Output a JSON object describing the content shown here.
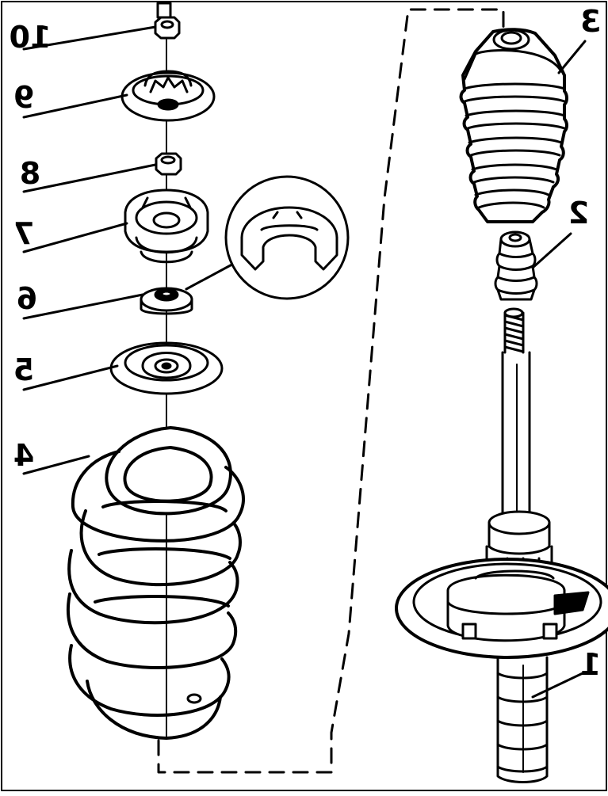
{
  "diagram": {
    "callouts": [
      {
        "id": "10",
        "label": "10"
      },
      {
        "id": "9",
        "label": "9"
      },
      {
        "id": "8",
        "label": "8"
      },
      {
        "id": "7",
        "label": "7"
      },
      {
        "id": "6",
        "label": "6"
      },
      {
        "id": "5",
        "label": "5"
      },
      {
        "id": "4",
        "label": "4"
      },
      {
        "id": "3",
        "label": "3"
      },
      {
        "id": "2",
        "label": "2"
      },
      {
        "id": "1",
        "label": "1"
      }
    ]
  },
  "colors": {
    "ink": "#000000",
    "paper": "#ffffff"
  }
}
